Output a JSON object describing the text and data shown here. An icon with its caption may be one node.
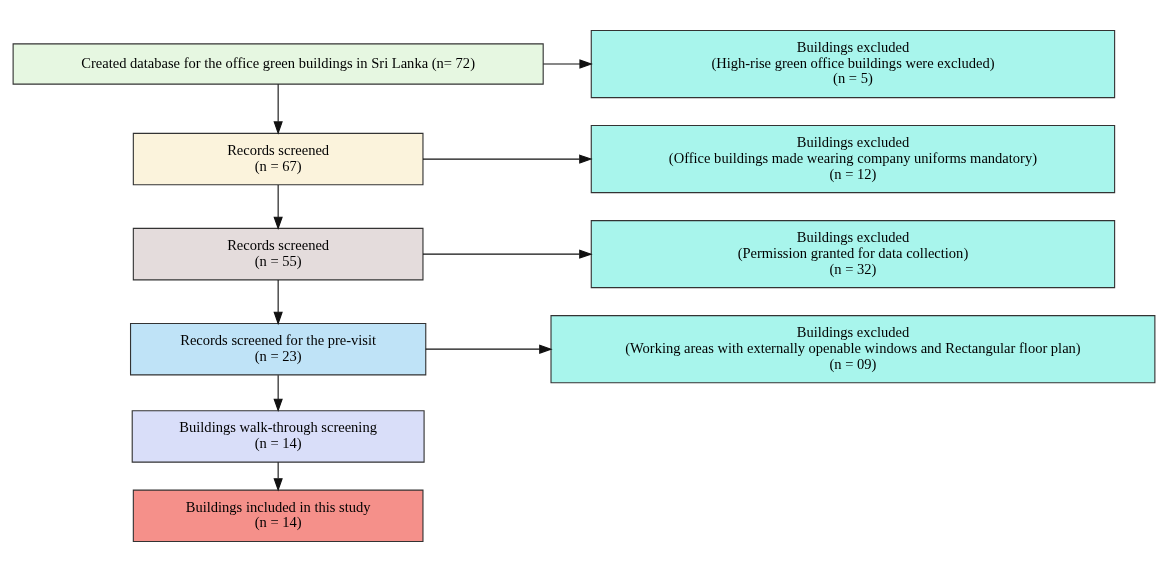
{
  "diagram": {
    "nodes": [
      {
        "text": [
          "Created database for the office green buildings in Sri Lanka (n= 72)"
        ]
      },
      {
        "text": [
          "Records screened",
          "(n = 67)"
        ]
      },
      {
        "text": [
          "Records screened",
          "(n = 55)"
        ]
      },
      {
        "text": [
          "Records screened for the pre-visit",
          "(n = 23)"
        ]
      },
      {
        "text": [
          "Buildings walk-through screening",
          "(n = 14)"
        ]
      },
      {
        "text": [
          "Buildings included in this study",
          "(n = 14)"
        ]
      },
      {
        "text": [
          "Buildings excluded",
          "(High-rise green office buildings were excluded)",
          "(n = 5)"
        ]
      },
      {
        "text": [
          "Buildings excluded",
          "(Office buildings made wearing company uniforms mandatory)",
          "(n = 12)"
        ]
      },
      {
        "text": [
          "Buildings excluded",
          "(Permission granted for data collection)",
          "(n = 32)"
        ]
      },
      {
        "text": [
          "Buildings excluded",
          "(Working areas with externally openable windows and Rectangular floor plan)",
          "(n = 09)"
        ]
      }
    ],
    "edges": [
      {
        "from": 0,
        "to": 1,
        "arrow": "to"
      },
      {
        "from": 0,
        "to": 6,
        "arrow": "to"
      },
      {
        "from": 1,
        "to": 2,
        "arrow": "to"
      },
      {
        "from": 1,
        "to": 7,
        "arrow": "to"
      },
      {
        "from": 2,
        "to": 3,
        "arrow": "to"
      },
      {
        "from": 2,
        "to": 8,
        "arrow": "to"
      },
      {
        "from": 3,
        "to": 4,
        "arrow": "to"
      },
      {
        "from": 3,
        "to": 9,
        "arrow": "to"
      },
      {
        "from": 4,
        "to": 5,
        "arrow": "to"
      }
    ]
  }
}
